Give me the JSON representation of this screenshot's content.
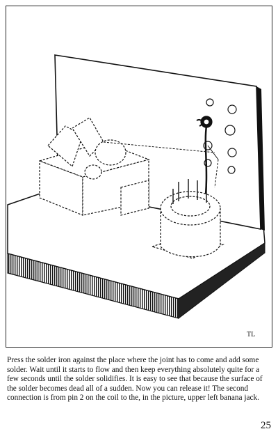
{
  "illustration": {
    "description_icon": "soldering-diagram-illustration",
    "signature": "TL"
  },
  "caption": "Press the solder iron against the place where the joint has to come and add some solder. Wait until it starts to flow and then keep everything absolutely quite for a few seconds until the solder solidifies. It is easy to see that because the surface of the solder becomes dead all of a sudden. Now you can release it! The second connection is from pin 2 on the coil to the, in the picture, upper left banana jack.",
  "page_number": "25"
}
